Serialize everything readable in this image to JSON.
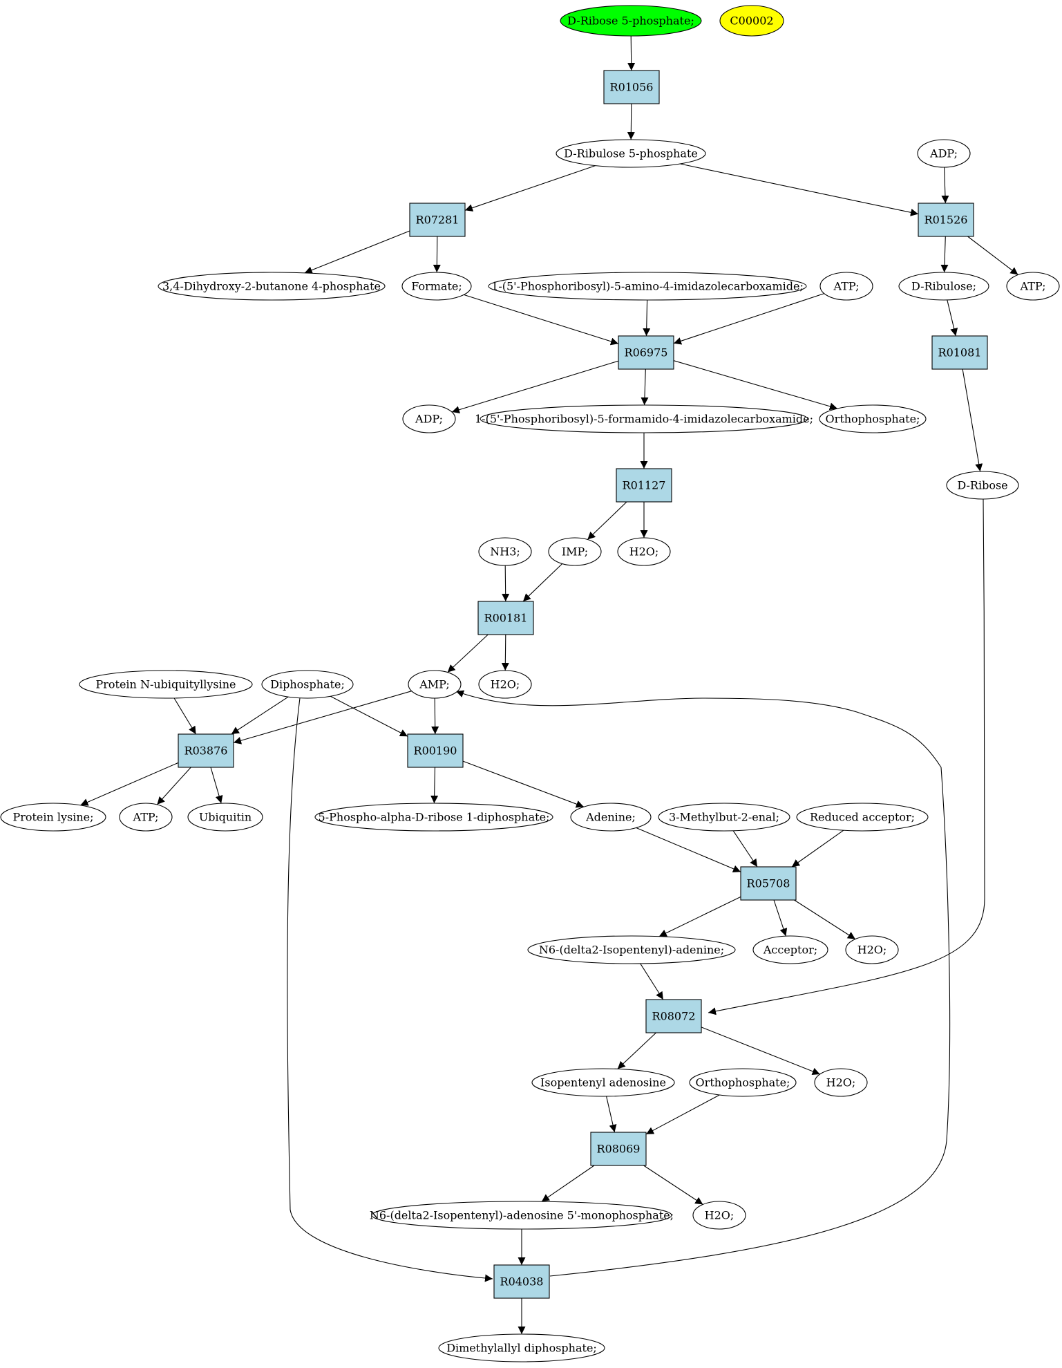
{
  "nodes": {
    "start": {
      "label": "D-Ribose 5-phosphate;",
      "kind": "compound",
      "fill": "#00ff00"
    },
    "c00002": {
      "label": "C00002",
      "kind": "compound",
      "fill": "#ffff00"
    },
    "r01056": {
      "label": "R01056",
      "kind": "reaction"
    },
    "ru5p": {
      "label": "D-Ribulose 5-phosphate",
      "kind": "compound"
    },
    "adp1": {
      "label": "ADP;",
      "kind": "compound"
    },
    "r07281": {
      "label": "R07281",
      "kind": "reaction"
    },
    "r01526": {
      "label": "R01526",
      "kind": "reaction"
    },
    "dhbp": {
      "label": "3,4-Dihydroxy-2-butanone 4-phosphate",
      "kind": "compound"
    },
    "formate": {
      "label": "Formate;",
      "kind": "compound"
    },
    "aicar": {
      "label": "1-(5'-Phosphoribosyl)-5-amino-4-imidazolecarboxamide;",
      "kind": "compound"
    },
    "atp1": {
      "label": "ATP;",
      "kind": "compound"
    },
    "dribulose": {
      "label": "D-Ribulose;",
      "kind": "compound"
    },
    "atp2": {
      "label": "ATP;",
      "kind": "compound"
    },
    "r06975": {
      "label": "R06975",
      "kind": "reaction"
    },
    "r01081": {
      "label": "R01081",
      "kind": "reaction"
    },
    "adp2": {
      "label": "ADP;",
      "kind": "compound"
    },
    "faicar": {
      "label": "1-(5'-Phosphoribosyl)-5-formamido-4-imidazolecarboxamide;",
      "kind": "compound"
    },
    "ortho1": {
      "label": "Orthophosphate;",
      "kind": "compound"
    },
    "r01127": {
      "label": "R01127",
      "kind": "reaction"
    },
    "dribose": {
      "label": "D-Ribose",
      "kind": "compound"
    },
    "nh3": {
      "label": "NH3;",
      "kind": "compound"
    },
    "imp": {
      "label": "IMP;",
      "kind": "compound"
    },
    "h2o1": {
      "label": "H2O;",
      "kind": "compound"
    },
    "r00181": {
      "label": "R00181",
      "kind": "reaction"
    },
    "pnul": {
      "label": "Protein N-ubiquityllysine",
      "kind": "compound"
    },
    "diphos": {
      "label": "Diphosphate;",
      "kind": "compound"
    },
    "amp": {
      "label": "AMP;",
      "kind": "compound"
    },
    "h2o2": {
      "label": "H2O;",
      "kind": "compound"
    },
    "r03876": {
      "label": "R03876",
      "kind": "reaction"
    },
    "r00190": {
      "label": "R00190",
      "kind": "reaction"
    },
    "plys": {
      "label": "Protein lysine;",
      "kind": "compound"
    },
    "atp3": {
      "label": "ATP;",
      "kind": "compound"
    },
    "ubiq": {
      "label": "Ubiquitin",
      "kind": "compound"
    },
    "prpp": {
      "label": "5-Phospho-alpha-D-ribose 1-diphosphate;",
      "kind": "compound"
    },
    "adenine": {
      "label": "Adenine;",
      "kind": "compound"
    },
    "mbe": {
      "label": "3-Methylbut-2-enal;",
      "kind": "compound"
    },
    "redacc": {
      "label": "Reduced acceptor;",
      "kind": "compound"
    },
    "r05708": {
      "label": "R05708",
      "kind": "reaction"
    },
    "n6ia": {
      "label": "N6-(delta2-Isopentenyl)-adenine;",
      "kind": "compound"
    },
    "acceptor": {
      "label": "Acceptor;",
      "kind": "compound"
    },
    "h2o3": {
      "label": "H2O;",
      "kind": "compound"
    },
    "r08072": {
      "label": "R08072",
      "kind": "reaction"
    },
    "ipa": {
      "label": "Isopentenyl adenosine",
      "kind": "compound"
    },
    "ortho2": {
      "label": "Orthophosphate;",
      "kind": "compound"
    },
    "h2o4": {
      "label": "H2O;",
      "kind": "compound"
    },
    "r08069": {
      "label": "R08069",
      "kind": "reaction"
    },
    "n6iamp": {
      "label": "N6-(delta2-Isopentenyl)-adenosine 5'-monophosphate;",
      "kind": "compound"
    },
    "h2o5": {
      "label": "H2O;",
      "kind": "compound"
    },
    "r04038": {
      "label": "R04038",
      "kind": "reaction"
    },
    "dmapp": {
      "label": "Dimethylallyl diphosphate;",
      "kind": "compound"
    }
  },
  "edges": [
    [
      "start",
      "r01056"
    ],
    [
      "r01056",
      "ru5p"
    ],
    [
      "ru5p",
      "r07281"
    ],
    [
      "ru5p",
      "r01526"
    ],
    [
      "adp1",
      "r01526"
    ],
    [
      "r07281",
      "dhbp"
    ],
    [
      "r07281",
      "formate"
    ],
    [
      "r01526",
      "dribulose"
    ],
    [
      "r01526",
      "atp2"
    ],
    [
      "formate",
      "r06975"
    ],
    [
      "aicar",
      "r06975"
    ],
    [
      "atp1",
      "r06975"
    ],
    [
      "dribulose",
      "r01081"
    ],
    [
      "r06975",
      "adp2"
    ],
    [
      "r06975",
      "faicar"
    ],
    [
      "r06975",
      "ortho1"
    ],
    [
      "r01081",
      "dribose"
    ],
    [
      "faicar",
      "r01127"
    ],
    [
      "r01127",
      "imp"
    ],
    [
      "r01127",
      "h2o1"
    ],
    [
      "nh3",
      "r00181"
    ],
    [
      "imp",
      "r00181"
    ],
    [
      "r00181",
      "amp"
    ],
    [
      "r00181",
      "h2o2"
    ],
    [
      "pnul",
      "r03876"
    ],
    [
      "diphos",
      "r03876"
    ],
    [
      "amp",
      "r03876"
    ],
    [
      "diphos",
      "r00190"
    ],
    [
      "amp",
      "r00190"
    ],
    [
      "diphos",
      "r04038"
    ],
    [
      "r03876",
      "plys"
    ],
    [
      "r03876",
      "atp3"
    ],
    [
      "r03876",
      "ubiq"
    ],
    [
      "r00190",
      "prpp"
    ],
    [
      "r00190",
      "adenine"
    ],
    [
      "adenine",
      "r05708"
    ],
    [
      "mbe",
      "r05708"
    ],
    [
      "redacc",
      "r05708"
    ],
    [
      "r05708",
      "n6ia"
    ],
    [
      "r05708",
      "acceptor"
    ],
    [
      "r05708",
      "h2o3"
    ],
    [
      "n6ia",
      "r08072"
    ],
    [
      "dribose",
      "r08072"
    ],
    [
      "r08072",
      "ipa"
    ],
    [
      "r08072",
      "h2o4"
    ],
    [
      "ipa",
      "r08069"
    ],
    [
      "ortho2",
      "r08069"
    ],
    [
      "r08069",
      "n6iamp"
    ],
    [
      "r08069",
      "h2o5"
    ],
    [
      "n6iamp",
      "r04038"
    ],
    [
      "r04038",
      "amp"
    ],
    [
      "r04038",
      "dmapp"
    ]
  ],
  "colors": {
    "reaction_fill": "#add8e6",
    "compound_fill": "#ffffff",
    "stroke": "#000000"
  }
}
